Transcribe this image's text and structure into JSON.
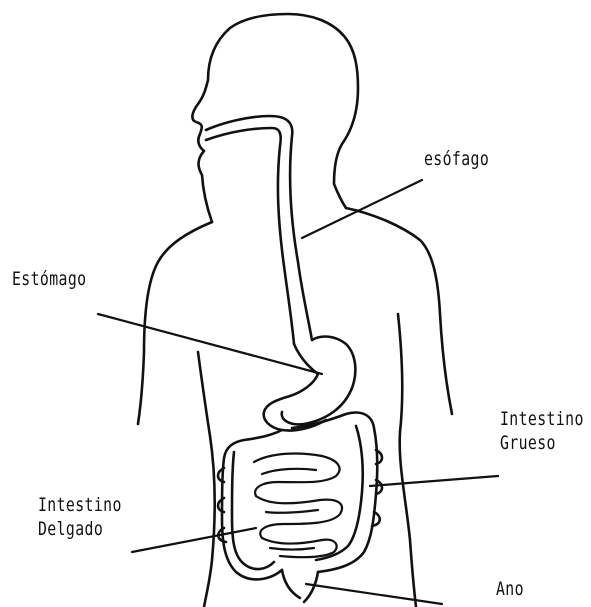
{
  "labels": {
    "esofago": "esófago",
    "estomago": "Estómago",
    "grueso_line1": "Intestino",
    "grueso_line2": "Grueso",
    "delgado_line1": "Intestino",
    "delgado_line2": "Delgado",
    "ano": "Ano"
  },
  "colors": {
    "ink": "#111111",
    "background": "#ffffff"
  }
}
